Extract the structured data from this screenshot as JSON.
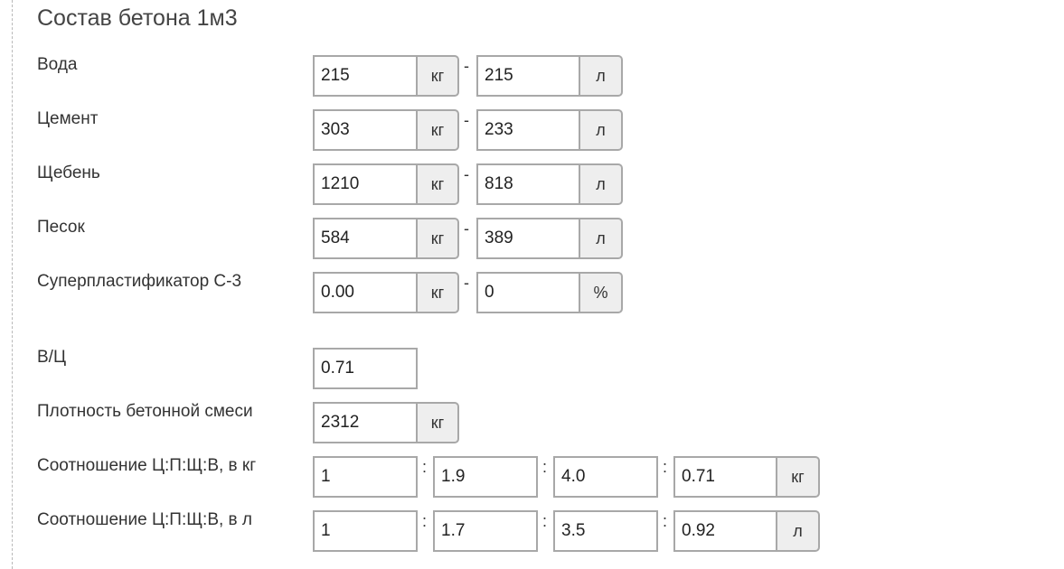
{
  "title": "Состав бетона 1м3",
  "components": [
    {
      "label": "Вода",
      "mass": "215",
      "mass_unit": "кг",
      "volume": "215",
      "volume_unit": "л"
    },
    {
      "label": "Цемент",
      "mass": "303",
      "mass_unit": "кг",
      "volume": "233",
      "volume_unit": "л"
    },
    {
      "label": "Щебень",
      "mass": "1210",
      "mass_unit": "кг",
      "volume": "818",
      "volume_unit": "л"
    },
    {
      "label": "Песок",
      "mass": "584",
      "mass_unit": "кг",
      "volume": "389",
      "volume_unit": "л"
    },
    {
      "label": "Суперпластификатор С-3",
      "mass": "0.00",
      "mass_unit": "кг",
      "volume": "0",
      "volume_unit": "%"
    }
  ],
  "dash": "-",
  "colon": ":",
  "wc": {
    "label": "В/Ц",
    "value": "0.71"
  },
  "density": {
    "label": "Плотность бетонной смеси",
    "value": "2312",
    "unit": "кг"
  },
  "ratio_kg": {
    "label": "Соотношение Ц:П:Щ:В, в кг",
    "values": [
      "1",
      "1.9",
      "4.0",
      "0.71"
    ],
    "unit": "кг"
  },
  "ratio_l": {
    "label": "Соотношение Ц:П:Щ:В, в л",
    "values": [
      "1",
      "1.7",
      "3.5",
      "0.92"
    ],
    "unit": "л"
  }
}
